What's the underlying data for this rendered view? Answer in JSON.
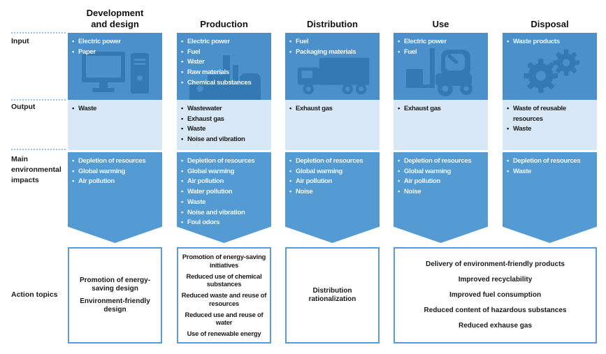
{
  "row_labels": {
    "input": "Input",
    "output": "Output",
    "impacts": "Main environmental impacts",
    "actions": "Action topics"
  },
  "columns": [
    {
      "header": "Development and design",
      "icon": "computer-icon",
      "input": [
        "Electric power",
        "Paper"
      ],
      "output": [
        "Waste"
      ],
      "impacts": [
        "Depletion of resources",
        "Global warming",
        "Air pollution"
      ],
      "actions": [
        "Promotion of energy-saving design",
        "Environment-friendly design"
      ]
    },
    {
      "header": "Production",
      "icon": "factory-icon",
      "input": [
        "Electric power",
        "Fuel",
        "Water",
        "Raw materials",
        "Chemical substances"
      ],
      "output": [
        "Wastewater",
        "Exhaust gas",
        "Waste",
        "Noise and vibration"
      ],
      "impacts": [
        "Depletion of resources",
        "Global warming",
        "Air pollution",
        "Water pollution",
        "Waste",
        "Noise and vibration",
        "Foul odors"
      ],
      "actions": [
        "Promotion of energy-saving initiatives",
        "Reduced use of chemical substances",
        "Reduced waste and reuse of resources",
        "Reduced use and reuse of water",
        "Use of renewable energy"
      ]
    },
    {
      "header": "Distribution",
      "icon": "truck-icon",
      "input": [
        "Fuel",
        "Packaging materials"
      ],
      "output": [
        "Exhaust gas"
      ],
      "impacts": [
        "Depletion of resources",
        "Global warming",
        "Air pollution",
        "Noise"
      ],
      "actions": [
        "Distribution rationalization"
      ]
    },
    {
      "header": "Use",
      "icon": "forklift-icon",
      "input": [
        "Electric power",
        "Fuel"
      ],
      "output": [
        "Exhaust gas"
      ],
      "impacts": [
        "Depletion of resources",
        "Global warming",
        "Air pollution",
        "Noise"
      ]
    },
    {
      "header": "Disposal",
      "icon": "gears-icon",
      "input": [
        "Waste products"
      ],
      "output": [
        "Waste of reusable resources",
        "Waste"
      ],
      "impacts": [
        "Depletion of resources",
        "Waste"
      ]
    }
  ],
  "merged_actions": {
    "spans": [
      "Use",
      "Disposal"
    ],
    "items": [
      "Delivery of environment-friendly products",
      "Improved recyclability",
      "Improved fuel consumption",
      "Reduced content of hazardous substances",
      "Reduced exhause gas"
    ]
  },
  "colors": {
    "input_box": "#4b90ca",
    "output_box": "#d9e8f6",
    "impacts_box": "#549ad3",
    "icon": "#3579b4",
    "action_border": "#5b9bd5",
    "dotted": "#93c1e4",
    "text_light": "#f2f8fd",
    "text_dark": "#1a1a1a"
  }
}
